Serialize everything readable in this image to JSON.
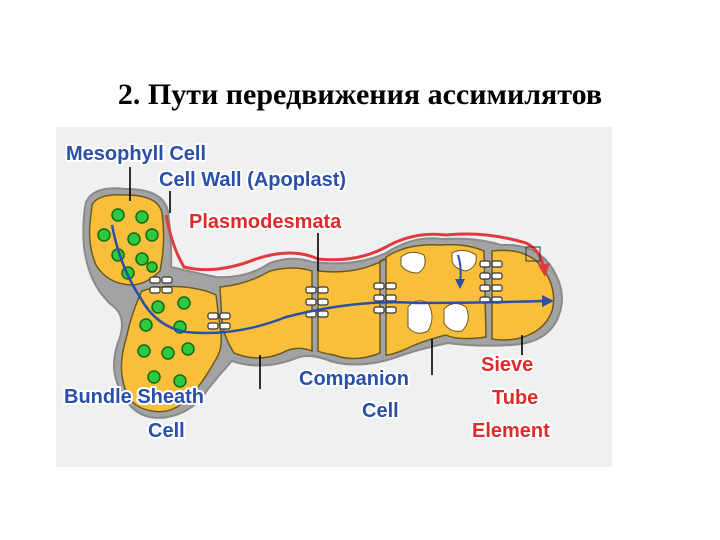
{
  "title": "2. Пути передвижения ассимилятов",
  "diagram": {
    "labels": {
      "mesophyll_cell": "Mesophyll Cell",
      "cell_wall": "Cell Wall (Apoplast)",
      "plasmodesmata": "Plasmodesmata",
      "bundle_sheath_line1": "Bundle Sheath",
      "bundle_sheath_line2": "Cell",
      "companion_line1": "Companion",
      "companion_line2": "Cell",
      "sieve_line1": "Sieve",
      "sieve_line2": "Tube",
      "sieve_line3": "Element"
    },
    "colors": {
      "cytoplasm": "#f9bf3b",
      "cell_wall": "#a3a3a3",
      "chloroplast": "#2ec93e",
      "apoplast_path": "#e23a3a",
      "symplast_path": "#2a4fa8",
      "label_blue": "#2a4fa8",
      "label_red": "#e02a2a"
    }
  }
}
